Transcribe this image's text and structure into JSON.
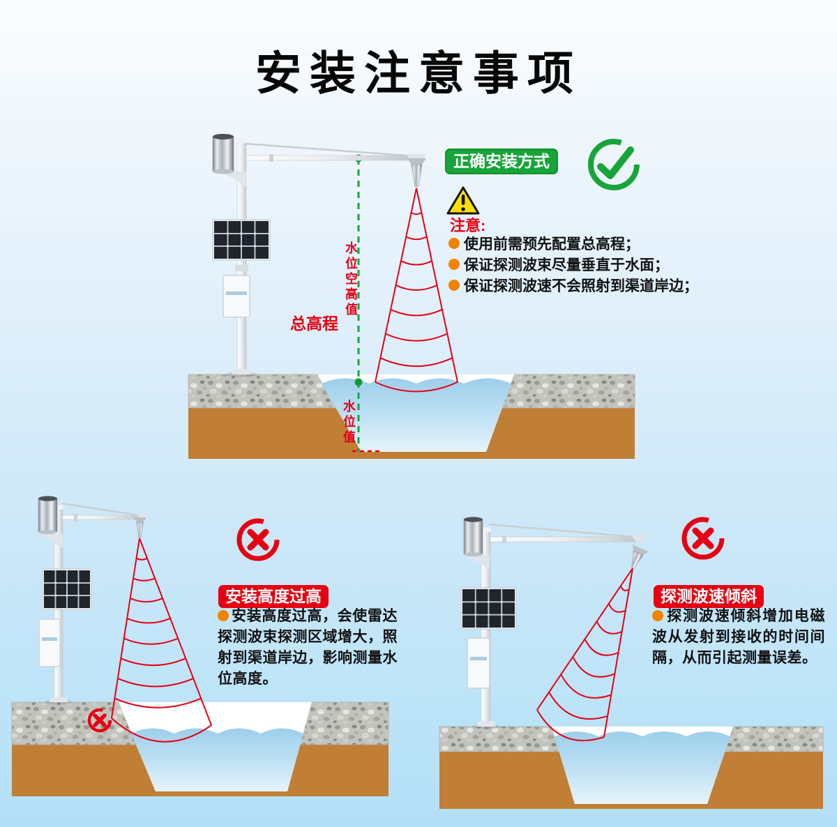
{
  "title": "安装注意事项",
  "colors": {
    "red": "#e60012",
    "green": "#17a53a",
    "green_dark": "#0e8f2b",
    "orange": "#f08300",
    "soil": "#c17e35",
    "water_top": "#9dcfeb",
    "water_deep": "#e6f4fb",
    "bg_top": "#fbfdfe",
    "bg_bottom": "#b2e0f8",
    "text": "#111111"
  },
  "correct_section": {
    "label": "正确安装方式",
    "result_icon": "check-circle-icon",
    "warning_icon": "warning-triangle-icon",
    "notice_title": "注意:",
    "notices": [
      "使用前需预先配置总高程；",
      "保证探测波束尽量垂直于水面；",
      "保证探测波速不会照射到渠道岸边；"
    ],
    "annotations": {
      "headroom": "水位空高值",
      "total_elevation": "总高程",
      "water_level": "水位值"
    }
  },
  "wrong_height_section": {
    "label": "安装高度过高",
    "result_icon": "x-circle-icon",
    "bank_hit_icon": "x-circle-icon",
    "description": "安装高度过高，会使雷达探测波束探测区域增大，照射到渠道岸边，影响测量水位高度。"
  },
  "wrong_tilt_section": {
    "label": "探测波速倾斜",
    "result_icon": "x-circle-icon",
    "description": "探测波速倾斜增加电磁波从发射到接收的时间间隔，从而引起测量误差。"
  }
}
